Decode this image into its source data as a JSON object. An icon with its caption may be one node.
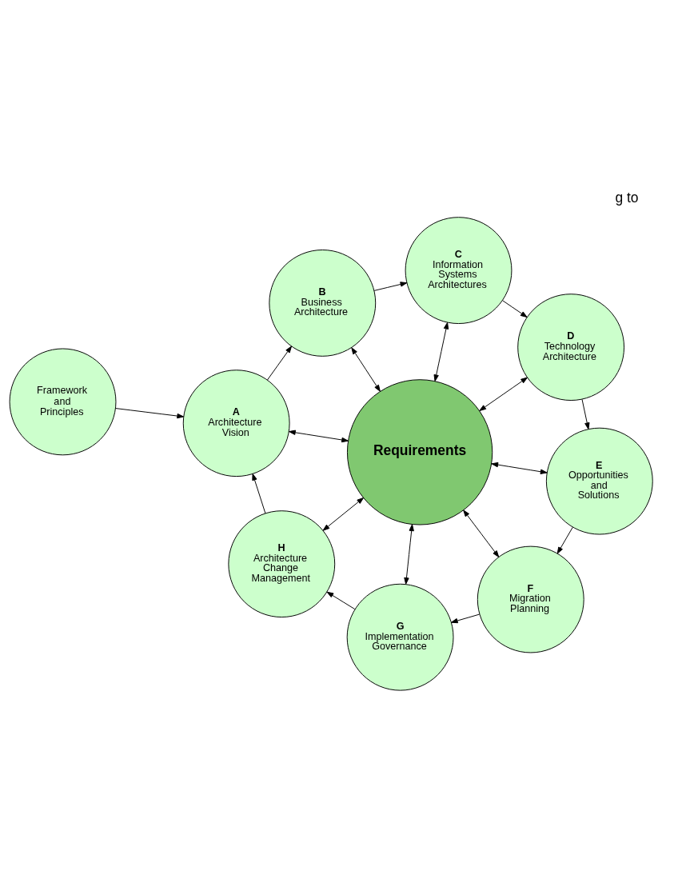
{
  "diagram": {
    "nodes": [
      {
        "text": [
          "Framework and Principles"
        ]
      },
      {
        "text": [
          "A",
          "Architecture Vision"
        ]
      },
      {
        "text": [
          "B",
          "Business Architecture"
        ]
      },
      {
        "text": [
          "C",
          "Information Systems Architectures"
        ]
      },
      {
        "text": [
          "D",
          "Technology Architecture"
        ]
      },
      {
        "text": [
          "E",
          "Opportunities and Solutions"
        ]
      },
      {
        "text": [
          "F",
          "Migration Planning"
        ]
      },
      {
        "text": [
          "G",
          "Implementation Governance"
        ]
      },
      {
        "text": [
          "H",
          "Architecture Change Management"
        ]
      },
      {
        "text": [
          "Requirements"
        ]
      }
    ],
    "edges": [
      {
        "from": 0,
        "to": 1,
        "arrow": "to"
      },
      {
        "from": 1,
        "to": 2,
        "arrow": "to"
      },
      {
        "from": 2,
        "to": 3,
        "arrow": "to"
      },
      {
        "from": 3,
        "to": 4,
        "arrow": "to"
      },
      {
        "from": 4,
        "to": 5,
        "arrow": "to"
      },
      {
        "from": 5,
        "to": 6,
        "arrow": "to"
      },
      {
        "from": 6,
        "to": 7,
        "arrow": "to"
      },
      {
        "from": 7,
        "to": 8,
        "arrow": "to"
      },
      {
        "from": 8,
        "to": 1,
        "arrow": "to"
      },
      {
        "from": 9,
        "to": 1,
        "arrow": "both"
      },
      {
        "from": 9,
        "to": 2,
        "arrow": "both"
      },
      {
        "from": 9,
        "to": 3,
        "arrow": "both"
      },
      {
        "from": 9,
        "to": 4,
        "arrow": "both"
      },
      {
        "from": 9,
        "to": 5,
        "arrow": "both"
      },
      {
        "from": 9,
        "to": 6,
        "arrow": "both"
      },
      {
        "from": 9,
        "to": 7,
        "arrow": "both"
      },
      {
        "from": 9,
        "to": 8,
        "arrow": "both"
      }
    ],
    "labels": [
      "g to"
    ]
  }
}
